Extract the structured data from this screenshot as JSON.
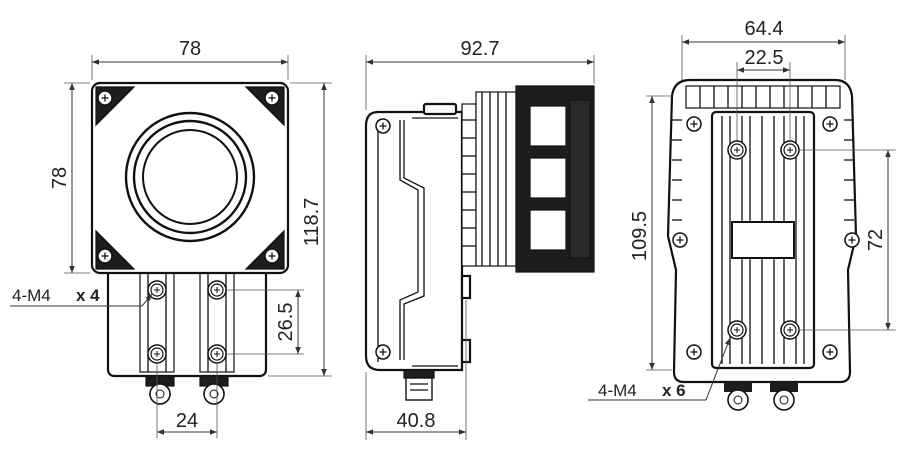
{
  "views": {
    "front": {
      "width_dim": "78",
      "height_dim": "78",
      "total_height_dim": "118.7",
      "hole_spacing_v_dim": "26.5",
      "hole_spacing_h_dim": "24",
      "screw_label": "4-M4",
      "screw_count": "x 4"
    },
    "side": {
      "length_dim": "92.7",
      "depth_dim": "40.8"
    },
    "back": {
      "width_dim": "64.4",
      "hole_spacing_h_dim": "22.5",
      "height_dim": "109.5",
      "hole_spacing_v_dim": "72",
      "screw_label": "4-M4",
      "screw_count": "x 6"
    }
  }
}
